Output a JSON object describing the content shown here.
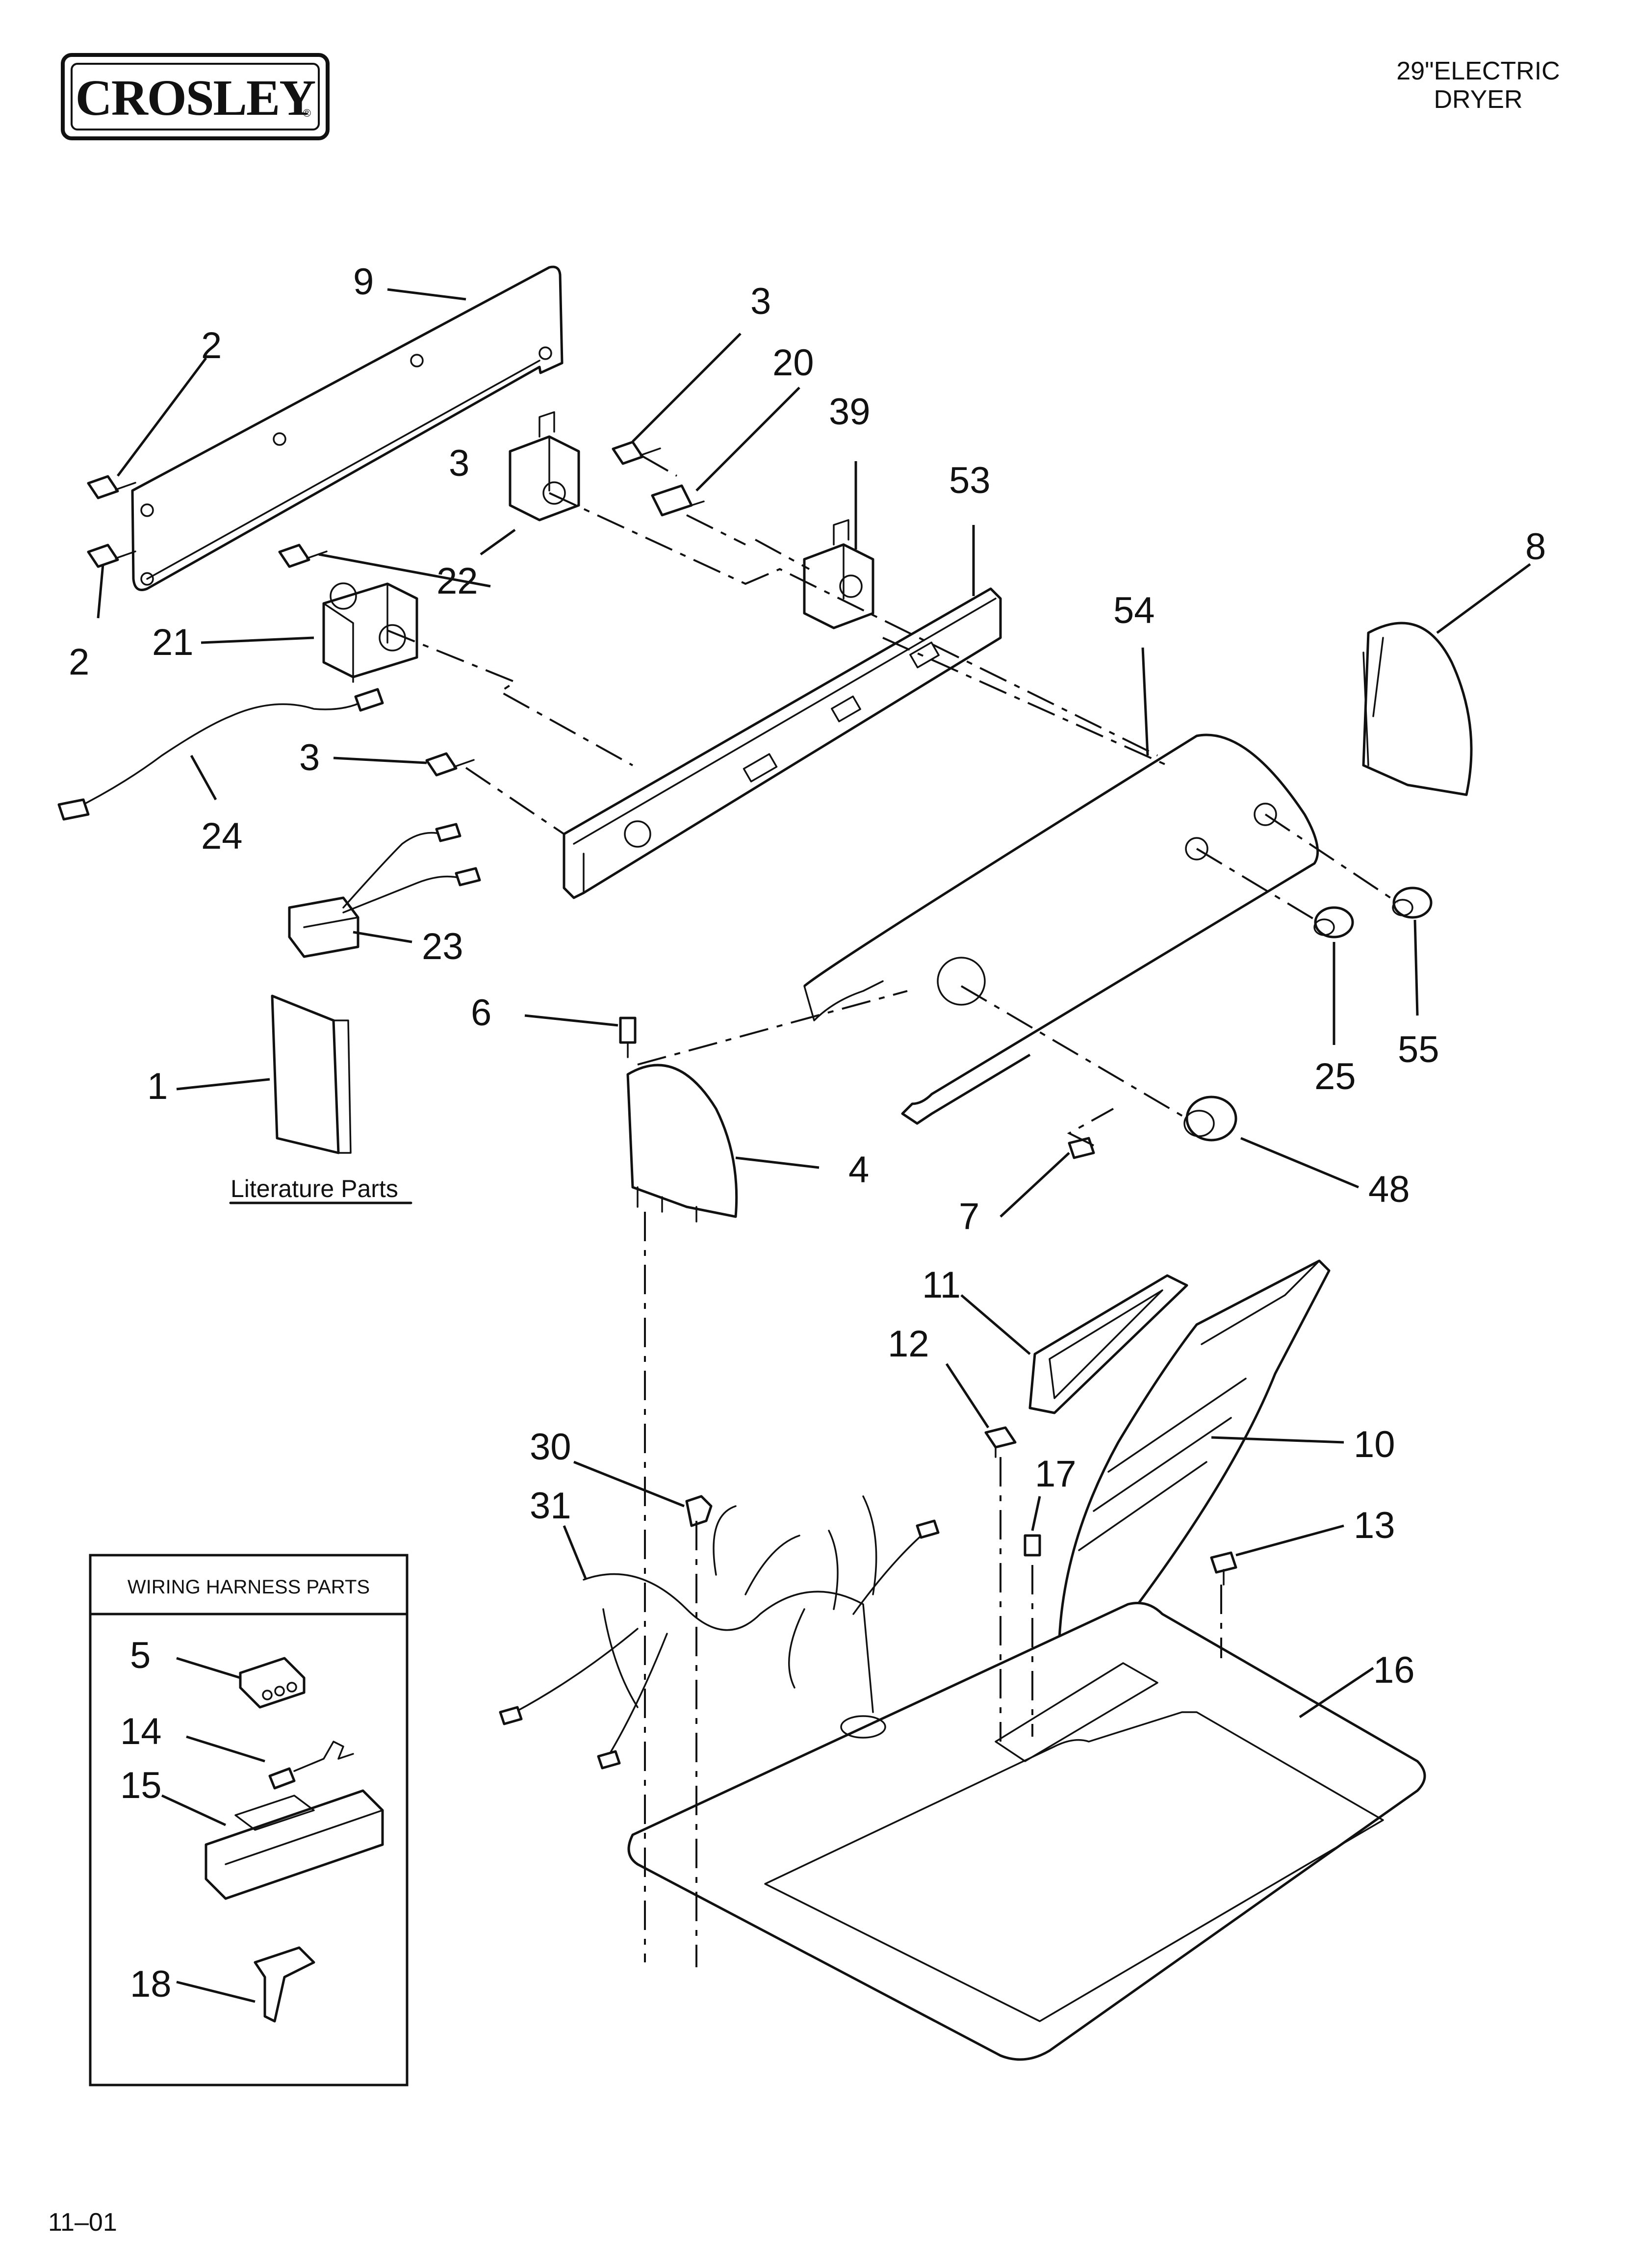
{
  "header": {
    "brand_logo": "CROSLEY",
    "brand_mark": "®",
    "product_line1": "29\"ELECTRIC",
    "product_line2": "DRYER"
  },
  "footer": {
    "code": "11–01"
  },
  "literature": {
    "label": "Literature Parts"
  },
  "wiring_box": {
    "title": "WIRING HARNESS PARTS"
  },
  "callouts": [
    "9",
    "2",
    "2",
    "3",
    "3",
    "3",
    "20",
    "39",
    "53",
    "22",
    "21",
    "54",
    "8",
    "24",
    "23",
    "6",
    "1",
    "25",
    "55",
    "4",
    "7",
    "48",
    "11",
    "12",
    "10",
    "17",
    "30",
    "31",
    "13",
    "16",
    "5",
    "14",
    "15",
    "18"
  ]
}
